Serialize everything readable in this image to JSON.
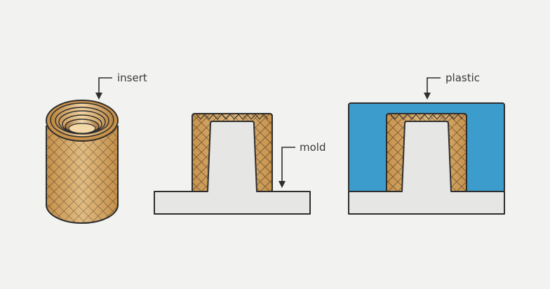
{
  "labels": {
    "insert": "insert",
    "mold": "mold",
    "plastic": "plastic"
  },
  "colors": {
    "background": "#f2f2f0",
    "brass": "#d2a05a",
    "brass_light": "#f0d2a0",
    "brass_dark": "#b9843f",
    "outline": "#2e2e2e",
    "mold": "#e6e6e4",
    "plastic": "#3c9ccb"
  },
  "icons": [
    "knurl-pattern",
    "down-arrow-icon"
  ]
}
